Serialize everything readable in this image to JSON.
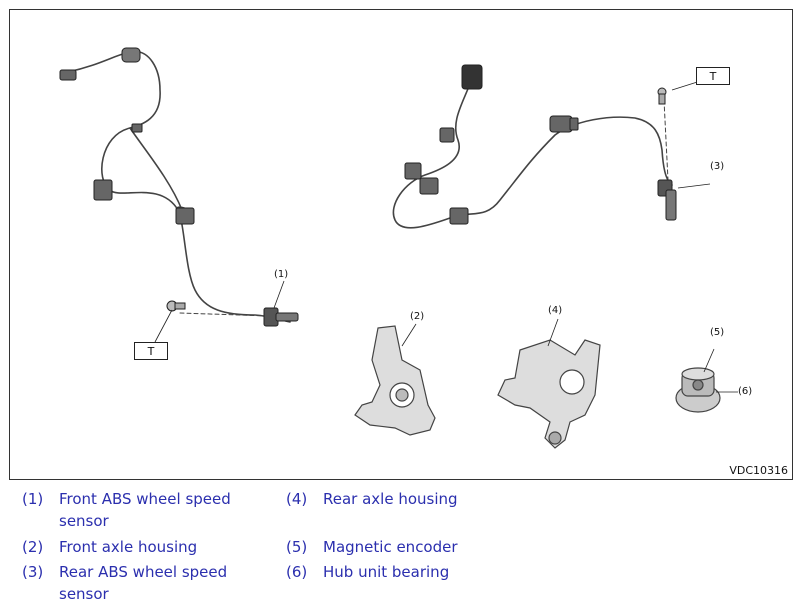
{
  "figure": {
    "code": "VDC10316",
    "callouts": {
      "c1": "(1)",
      "c2": "(2)",
      "c3": "(3)",
      "c4": "(4)",
      "c5": "(5)",
      "c6": "(6)"
    },
    "torque_mark": "T"
  },
  "legend": [
    {
      "num": "(1)",
      "text": "Front ABS wheel speed sensor"
    },
    {
      "num": "(2)",
      "text": "Front axle housing"
    },
    {
      "num": "(3)",
      "text": "Rear ABS wheel speed sensor"
    },
    {
      "num": "(4)",
      "text": "Rear axle housing"
    },
    {
      "num": "(5)",
      "text": "Magnetic encoder"
    },
    {
      "num": "(6)",
      "text": "Hub unit bearing"
    }
  ],
  "colors": {
    "legend_text": "#2b2fae",
    "line_art": "#444444"
  }
}
